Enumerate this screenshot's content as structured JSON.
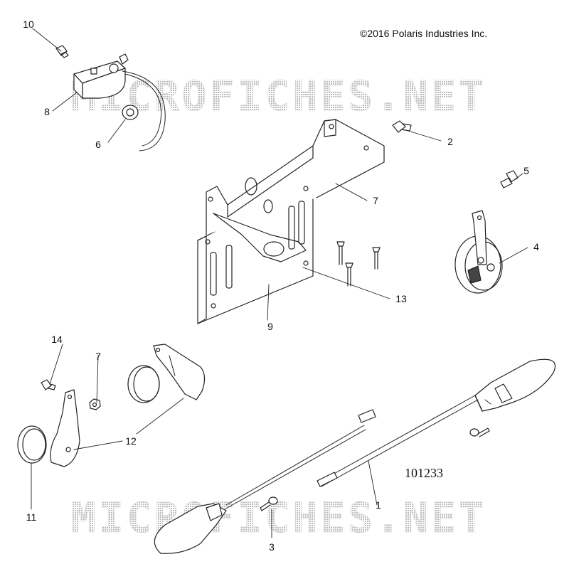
{
  "copyright": "©2016 Polaris Industries Inc.",
  "drawing_number": "101233",
  "watermark": "MICROFICHES.NET",
  "callouts": [
    "10",
    "8",
    "6",
    "2",
    "7",
    "5",
    "4",
    "13",
    "9",
    "14",
    "7",
    "12",
    "11",
    "1",
    "3"
  ],
  "colors": {
    "line": "#222222",
    "watermark": "#c8c8c8",
    "background": "#ffffff"
  }
}
